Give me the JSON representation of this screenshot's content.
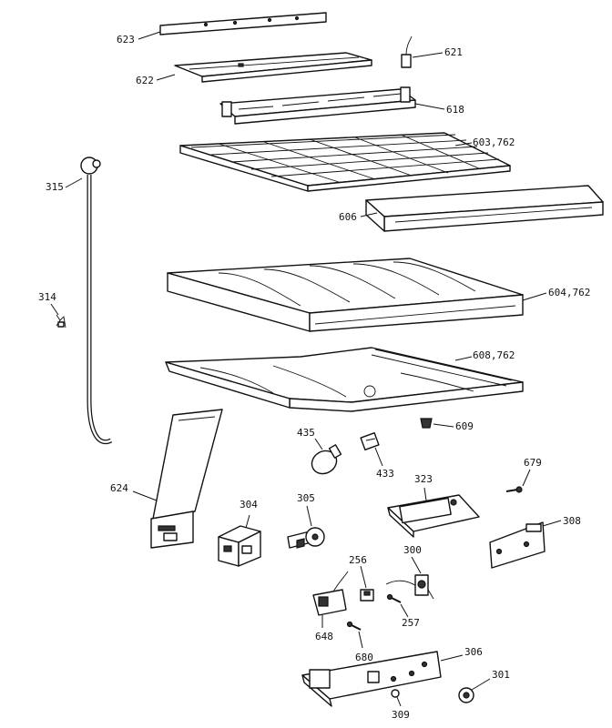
{
  "labels": {
    "l623": "623",
    "l621": "621",
    "l622": "622",
    "l618": "618",
    "l603": "603,762",
    "l315": "315",
    "l606": "606",
    "l314": "314",
    "l604": "604,762",
    "l608": "608,762",
    "l609": "609",
    "l435": "435",
    "l433": "433",
    "l679": "679",
    "l624": "624",
    "l304": "304",
    "l305": "305",
    "l323": "323",
    "l308": "308",
    "l256": "256",
    "l300": "300",
    "l257": "257",
    "l648": "648",
    "l680": "680",
    "l306": "306",
    "l301": "301",
    "l309": "309"
  }
}
